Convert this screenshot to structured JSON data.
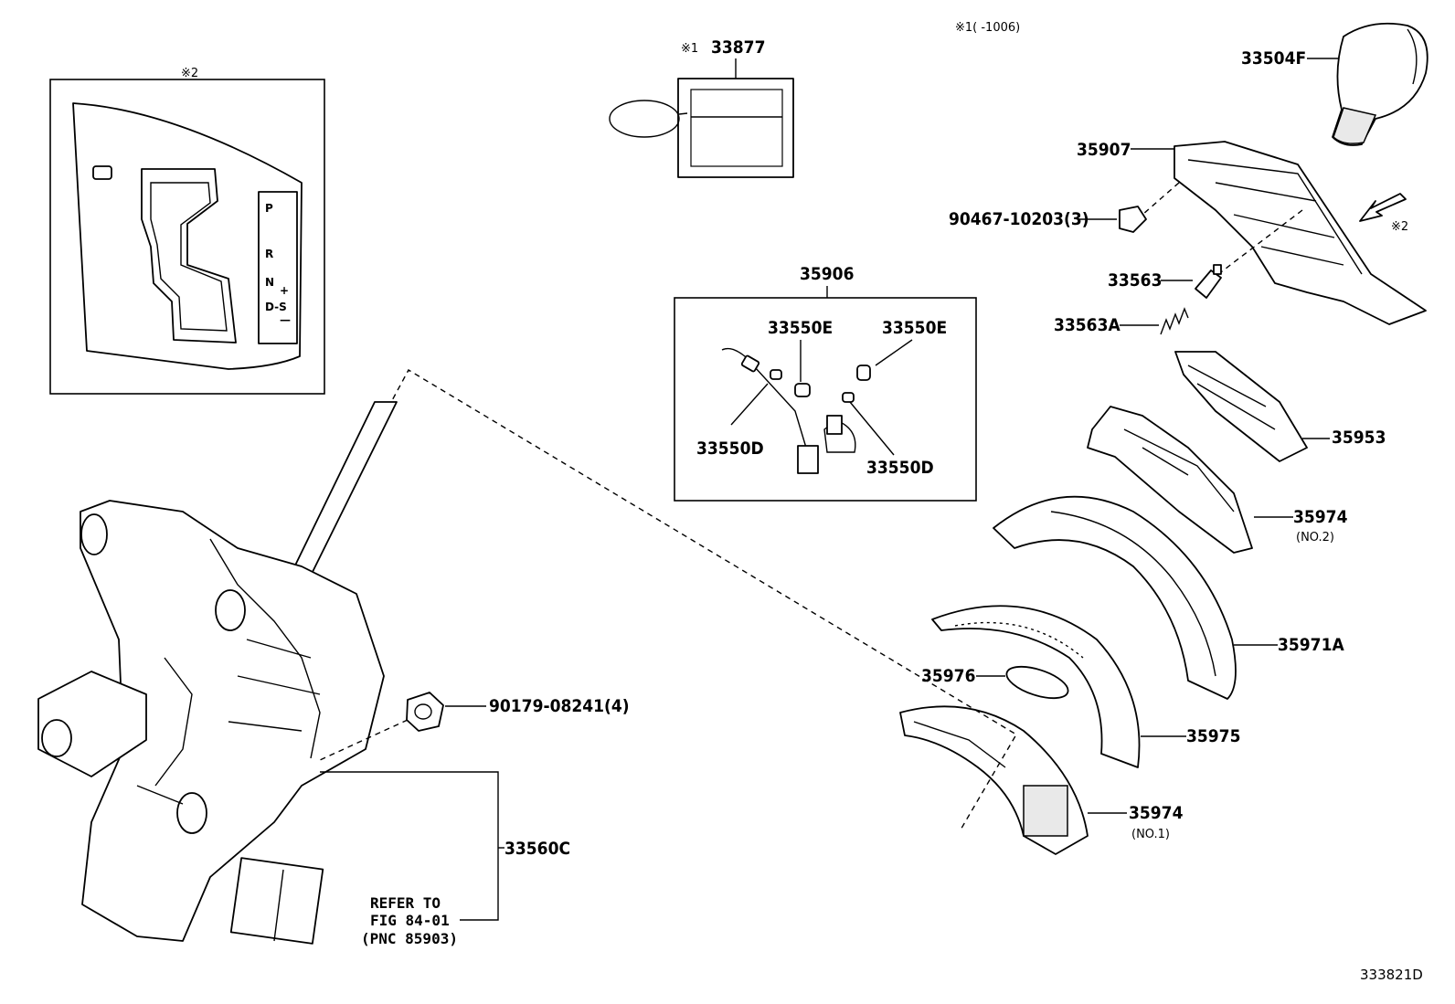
{
  "figure_code": "333821D",
  "note_top": "※1(    -1006)",
  "callouts": {
    "c33877": "33877",
    "c33877_mark": "※1",
    "c33504F": "33504F",
    "c35907": "35907",
    "c90467": "90467-10203(3)",
    "c35906": "35906",
    "c33550E_a": "33550E",
    "c33550E_b": "33550E",
    "c33550D_a": "33550D",
    "c33550D_b": "33550D",
    "c33563": "33563",
    "c33563A": "33563A",
    "c35953": "35953",
    "c35974_no2": "35974",
    "c35974_no2_sub": "(NO.2)",
    "c35971A": "35971A",
    "c35976": "35976",
    "c35975": "35975",
    "c35974_no1": "35974",
    "c35974_no1_sub": "(NO.1)",
    "c90179": "90179-08241(4)",
    "c33560C": "33560C",
    "view_mark_left": "※2",
    "view_mark_right": "※2"
  },
  "refer": {
    "line1": "REFER TO",
    "line2": "FIG 84-01",
    "line3": "(PNC 85903)"
  },
  "gate_labels": {
    "p": "P",
    "r": "R",
    "n": "N",
    "ds": "D-S",
    "plus": "+",
    "minus": "—"
  }
}
